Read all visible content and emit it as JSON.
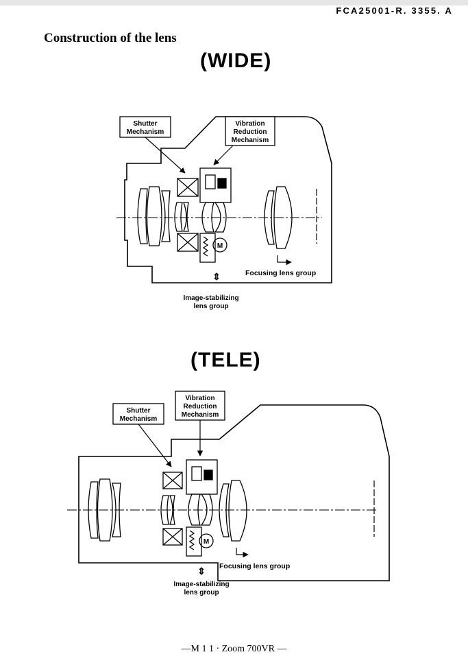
{
  "header": {
    "doc_number": "FCA25001-R. 3355. A",
    "heading": "Construction of the lens"
  },
  "wide": {
    "title": "(WIDE)",
    "labels": {
      "shutter_1": "Shutter",
      "shutter_2": "Mechanism",
      "vr_1": "Vibration",
      "vr_2": "Reduction",
      "vr_3": "Mechanism",
      "focusing": "Focusing lens group",
      "stabilizing_1": "Image-stabilizing",
      "stabilizing_2": "lens group",
      "motor": "M"
    }
  },
  "tele": {
    "title": "(TELE)",
    "labels": {
      "shutter_1": "Shutter",
      "shutter_2": "Mechanism",
      "vr_1": "Vibration",
      "vr_2": "Reduction",
      "vr_3": "Mechanism",
      "focusing": "Focusing lens group",
      "stabilizing_1": "Image-stabilizing",
      "stabilizing_2": "lens group",
      "motor": "M"
    }
  },
  "footer": {
    "text": "—M 1 1 · Zoom 700VR —"
  }
}
